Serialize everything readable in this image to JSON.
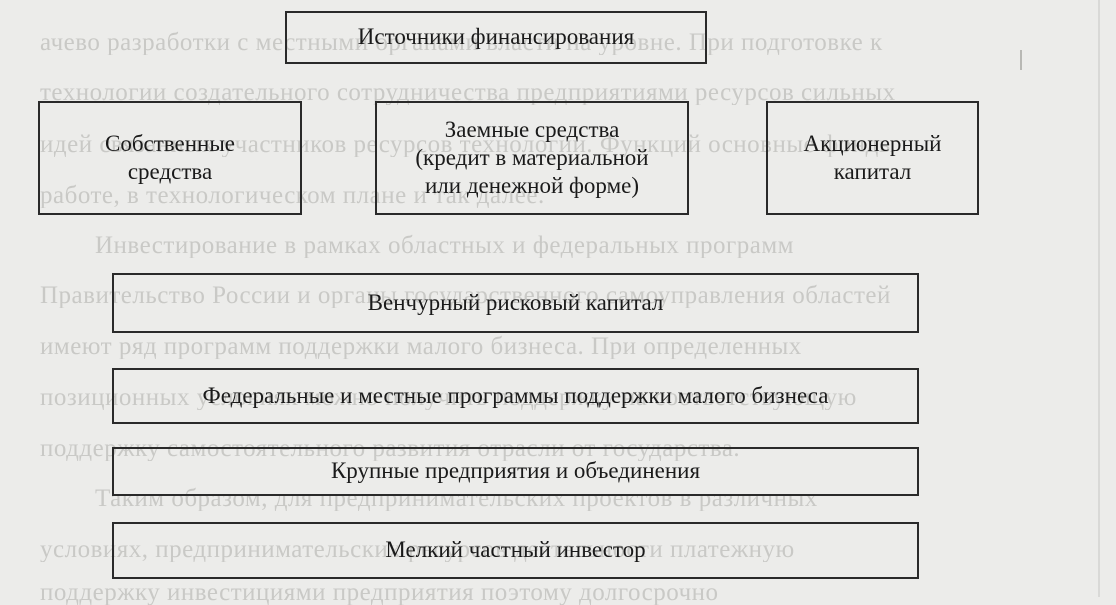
{
  "diagram": {
    "title": "Источники финансирования",
    "row1": {
      "own": "Собственные средства",
      "borrowed": "Заемные средства (кредит в материальной или денежной форме)",
      "equity": "Акционерный капитал"
    },
    "venture": "Венчурный рисковый капитал",
    "programs": "Федеральные и местные программы поддержки малого бизнеса",
    "enterprises": "Крупные предприятия и объединения",
    "investor": "Мелкий частный инвестор"
  },
  "background_text": [
    "ачево разработки с местными органами власти на уровне. При подготовке к",
    "технологии создательного сотрудничества предприятиями ресурсов сильных",
    "идей связанных участников ресурсов технологии. Функций основные фонды",
    "работе, в технологическом плане и так далее.",
    "Инвестирование в рамках областных и федеральных программ",
    "Правительство России и органы государственного самоуправления областей",
    "имеют ряд программ поддержки малого бизнеса. При определенных",
    "позиционных условиях можно получить поддержку на соответствующую",
    "поддержку самостоятельного развития отрасли от государства.",
    "Таким образом, для предпринимательских проектов в различных",
    "условиях, предпринимательских ресурсов деятельности платежную",
    "поддержку инвестициями предприятия поэтому долгосрочно"
  ]
}
